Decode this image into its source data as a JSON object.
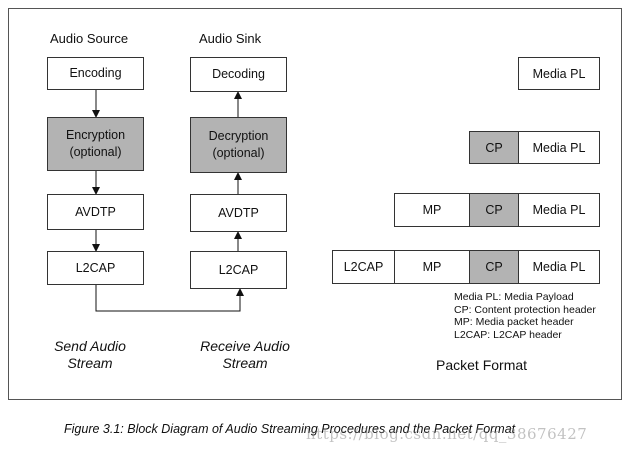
{
  "source": {
    "title": "Audio Source",
    "boxes": [
      "Encoding",
      "Encryption\n(optional)",
      "AVDTP",
      "L2CAP"
    ],
    "stream_label": "Send Audio\nStream"
  },
  "sink": {
    "title": "Audio Sink",
    "boxes": [
      "Decoding",
      "Decryption\n(optional)",
      "AVDTP",
      "L2CAP"
    ],
    "stream_label": "Receive Audio\nStream"
  },
  "packet": {
    "rows": [
      [
        "Media PL"
      ],
      [
        "CP",
        "Media PL"
      ],
      [
        "MP",
        "CP",
        "Media PL"
      ],
      [
        "L2CAP",
        "MP",
        "CP",
        "Media PL"
      ]
    ],
    "legend": [
      "Media PL: Media Payload",
      "CP: Content protection header",
      "MP: Media packet header",
      "L2CAP: L2CAP header"
    ],
    "title": "Packet Format"
  },
  "caption": "Figure 3.1: Block Diagram of Audio Streaming Procedures and the Packet Format",
  "watermark": "https://blog.csdn.net/qq_38676427",
  "colors": {
    "shaded": "#b3b3b3",
    "line": "#333333"
  }
}
